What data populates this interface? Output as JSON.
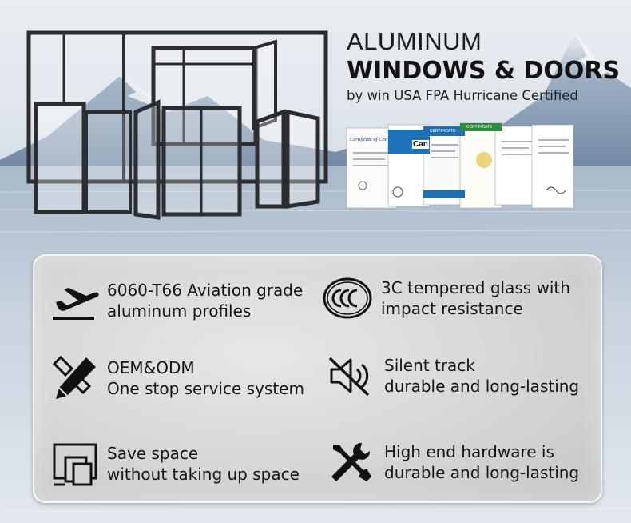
{
  "title": {
    "line1": "ALUMINUM",
    "line2": "WINDOWS & DOORS",
    "line3": "by win USA FPA Hurricane Certified"
  },
  "certificates": [
    {
      "header": "Certificate of Con"
    },
    {
      "header": "Can"
    },
    {
      "header": "CERTIFICATE"
    },
    {
      "header": "CERTIFICATE"
    },
    {
      "header": ""
    },
    {
      "header": ""
    }
  ],
  "features": [
    {
      "icon": "airplane-takeoff-icon",
      "line1": "6060-T66 Aviation grade",
      "line2": "aluminum profiles"
    },
    {
      "icon": "ccc-certification-icon",
      "line1": "3C tempered glass with",
      "line2": "impact resistance"
    },
    {
      "icon": "design-tools-icon",
      "line1": "OEM&ODM",
      "line2": "One stop service system"
    },
    {
      "icon": "sound-muted-icon",
      "line1": "Silent track",
      "line2": "durable and long-lasting"
    },
    {
      "icon": "space-saving-icon",
      "line1": "Save space",
      "line2": "without taking up space"
    },
    {
      "icon": "wrench-screwdriver-icon",
      "line1": "High end hardware is",
      "line2": "durable and long-lasting"
    }
  ],
  "colors": {
    "frame": "#2b2d31",
    "text": "#141414",
    "panel": "#d6d6d6"
  }
}
